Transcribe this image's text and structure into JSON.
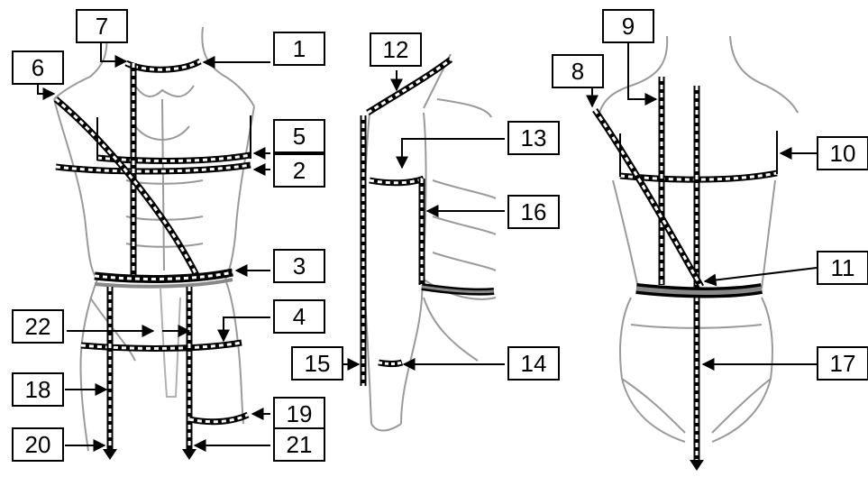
{
  "labels": {
    "l1": "1",
    "l2": "2",
    "l3": "3",
    "l4": "4",
    "l5": "5",
    "l6": "6",
    "l7": "7",
    "l8": "8",
    "l9": "9",
    "l10": "10",
    "l11": "11",
    "l12": "12",
    "l13": "13",
    "l14": "14",
    "l15": "15",
    "l16": "16",
    "l17": "17",
    "l18": "18",
    "l19": "19",
    "l20": "20",
    "l21": "21",
    "l22": "22"
  },
  "colors": {
    "outline": "#9a9a9a",
    "tape": "#000000",
    "tape_fill": "#ffffff",
    "belt": "#888888"
  }
}
